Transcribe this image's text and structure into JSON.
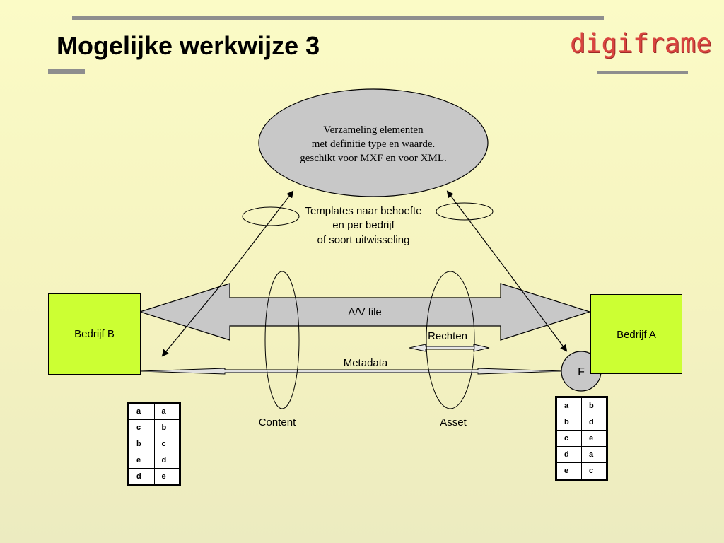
{
  "slide": {
    "title": "Mogelijke werkwijze 3",
    "logo_text": "digiframe",
    "logo_color": "#d9443f"
  },
  "diagram": {
    "collection_ellipse": {
      "lines": [
        "Verzameling elementen",
        "met definitie type en waarde.",
        "geschikt voor MXF en voor XML."
      ]
    },
    "templates_label": {
      "lines": [
        "Templates naar behoefte",
        "en per bedrijf",
        "of soort uitwisseling"
      ]
    },
    "company_left": "Bedrijf B",
    "company_right": "Bedrijf A",
    "av_file_label": "A/V file",
    "rights_label": "Rechten",
    "metadata_label": "Metadata",
    "content_label": "Content",
    "asset_label": "Asset",
    "f_node_label": "F",
    "box_color": "#ccff33",
    "shape_gray": "#c8c8c8",
    "table_left": [
      [
        "a",
        "a"
      ],
      [
        "c",
        "b"
      ],
      [
        "b",
        "c"
      ],
      [
        "e",
        "d"
      ],
      [
        "d",
        "e"
      ]
    ],
    "table_right": [
      [
        "a",
        "b"
      ],
      [
        "b",
        "d"
      ],
      [
        "c",
        "e"
      ],
      [
        "d",
        "a"
      ],
      [
        "e",
        "c"
      ]
    ]
  }
}
